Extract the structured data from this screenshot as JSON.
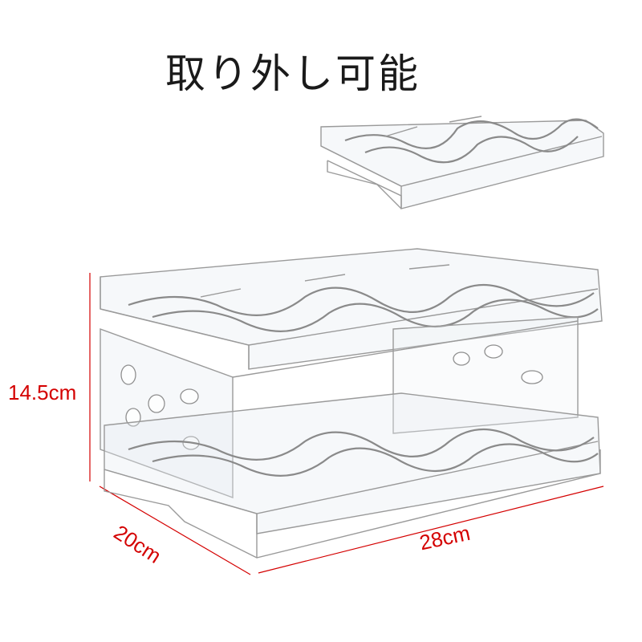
{
  "headline": "取り外し可能",
  "dimensions": {
    "height": "14.5cm",
    "depth": "20cm",
    "width": "28cm"
  },
  "colors": {
    "headline": "#1a1a1a",
    "dimension_text": "#d40000",
    "dimension_line": "#d40000",
    "product_outline": "#9a9a9a"
  }
}
